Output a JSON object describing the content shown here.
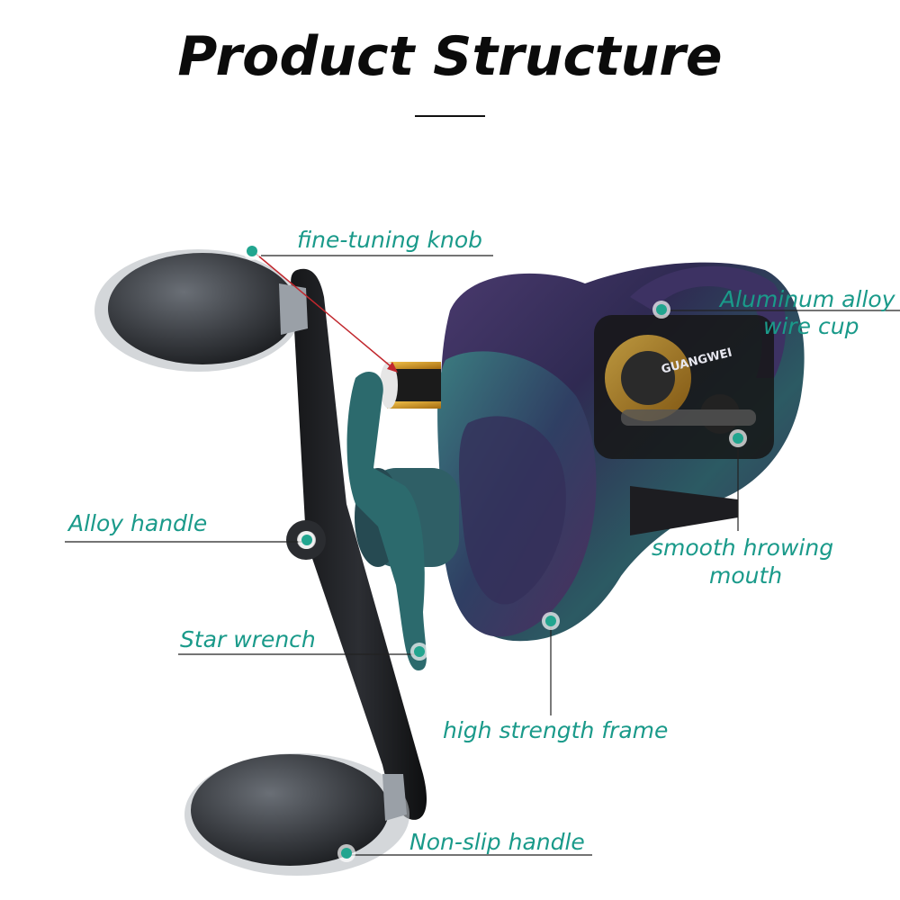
{
  "page": {
    "title": "Product Structure",
    "accent_color": "#1a9a8a"
  },
  "product": {
    "brand_mark": "GUANGWEI",
    "image_description_icon": "baitcasting-reel-icon"
  },
  "callouts": [
    {
      "id": "fine-tuning-knob",
      "label": "fine-tuning knob"
    },
    {
      "id": "aluminum-alloy-wire-cup",
      "label_line1": "Aluminum alloy",
      "label_line2": "wire cup"
    },
    {
      "id": "alloy-handle",
      "label": "Alloy handle"
    },
    {
      "id": "smooth-throwing-mouth",
      "label_line1": "smooth hrowing",
      "label_line2": "mouth"
    },
    {
      "id": "star-wrench",
      "label": "Star wrench"
    },
    {
      "id": "high-strength-frame",
      "label": "high strength frame"
    },
    {
      "id": "non-slip-handle",
      "label": "Non-slip handle"
    }
  ]
}
